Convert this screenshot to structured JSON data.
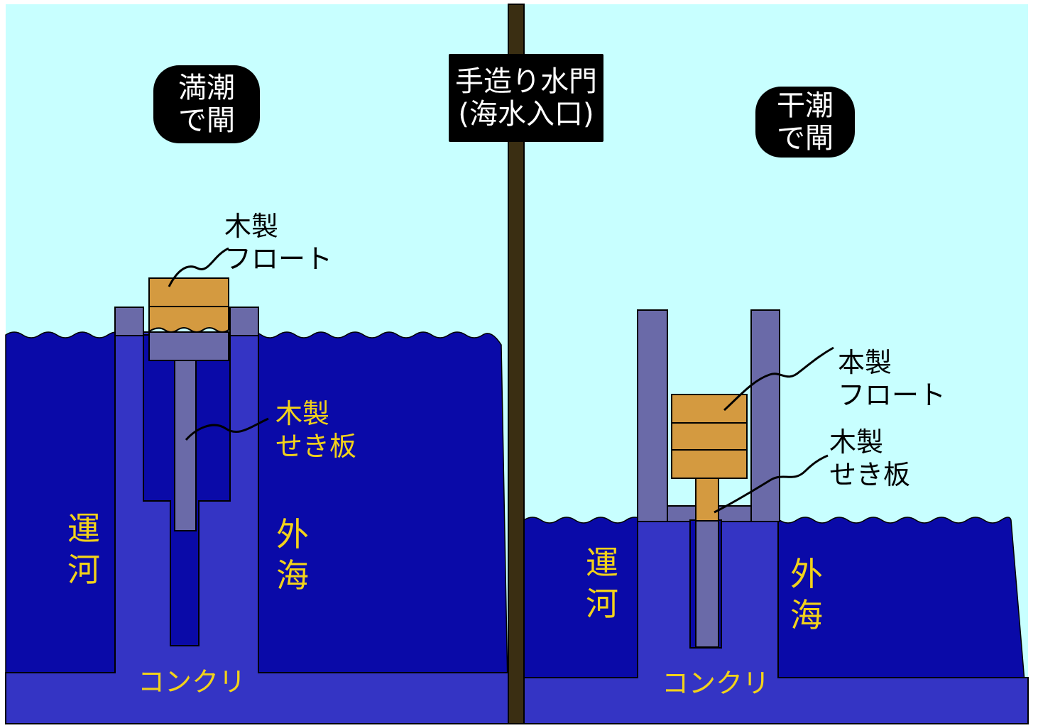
{
  "title_sign": "手造り水門\n(海水入口)",
  "left_panel": {
    "badge": "満潮\nで閘",
    "float_label": "木製\nフロート",
    "weir_label": "木製\nせき板",
    "canal_label": "運河",
    "sea_label": "外海",
    "concrete_label": "コンクリ"
  },
  "right_panel": {
    "badge": "干潮\nで閘",
    "float_label": "本製\nフロート",
    "weir_label": "木製\nせき板",
    "canal_label": "運河",
    "sea_label": "外海",
    "concrete_label": "コンクリ"
  },
  "colors": {
    "sky": "#c8ffff",
    "sea": "#0a0aa8",
    "concrete": "#3434c4",
    "gate_wall": "#6a6aa8",
    "float_wood": "#d49a40",
    "divider_pole": "#3a2e12",
    "label_yellow": "#f2d21a"
  }
}
